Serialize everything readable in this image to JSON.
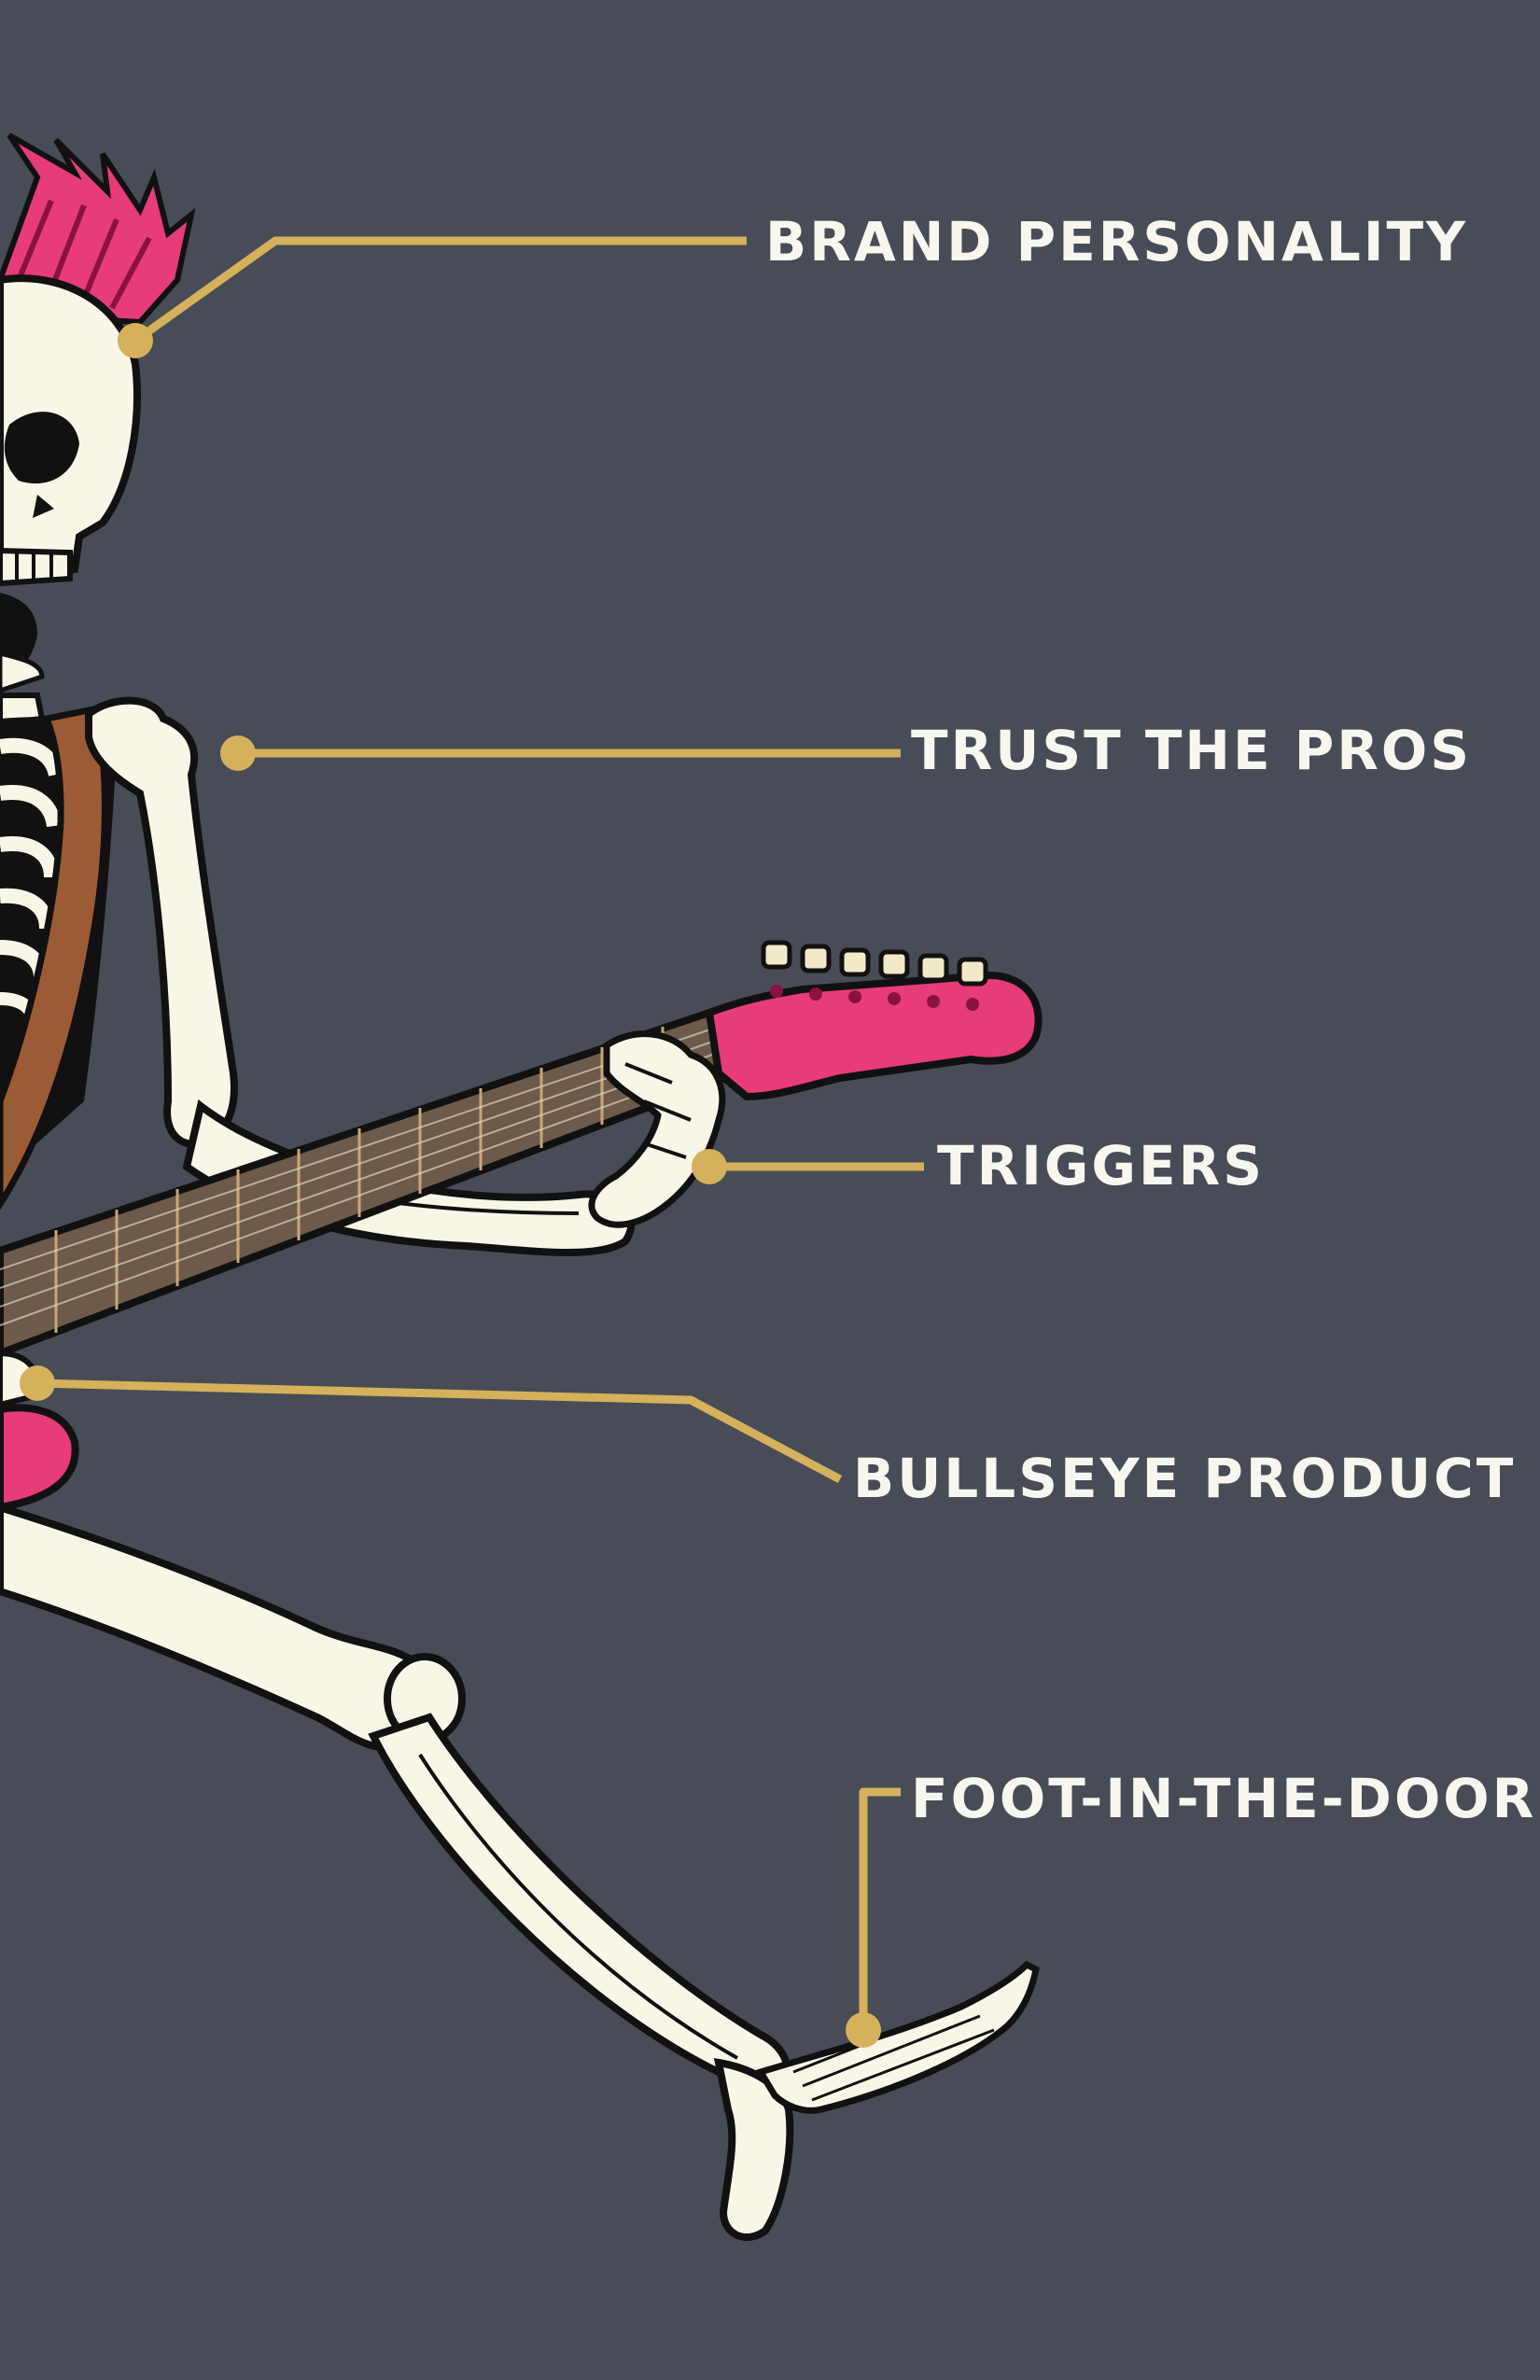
{
  "labels": {
    "brand_personality": "BRAND PERSONALITY",
    "trust_the_pros": "TRUST THE PROS",
    "triggers": "TRIGGERS",
    "bullseye_product": "BULLSEYE PRODUCT",
    "foot_in_the_door": "FOOT-IN-THE-DOOR"
  },
  "colors": {
    "background": "#474c56",
    "bone": "#f8f6e6",
    "outline": "#111111",
    "accent_pink": "#e83b7a",
    "strap_brown": "#9b5b35",
    "fretboard": "#6e5a4a",
    "leader_line": "#d4b15a"
  },
  "icons": {
    "illustration": "punk-skeleton-guitarist"
  }
}
